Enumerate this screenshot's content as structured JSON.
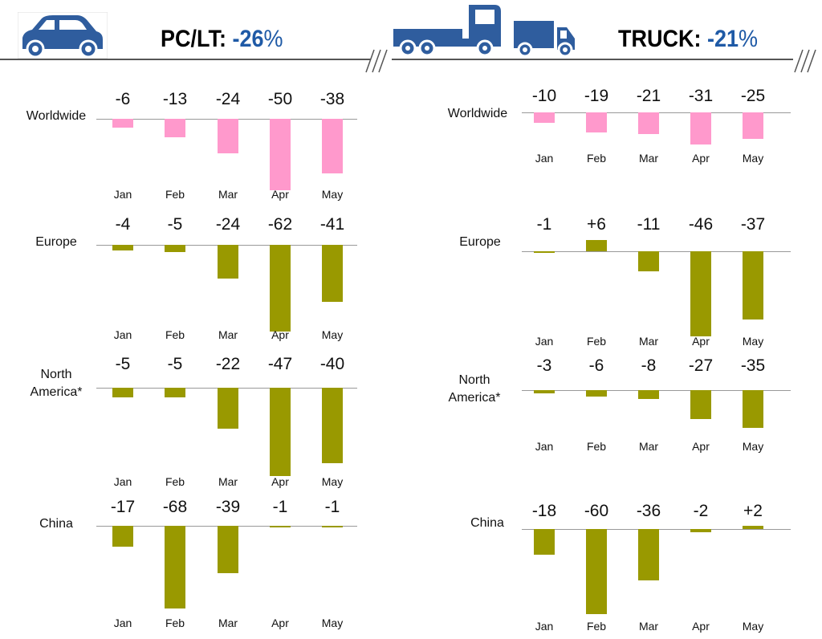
{
  "header": {
    "left_title": "PC/LT: ",
    "left_value": "-26",
    "left_unit": "%",
    "right_title": "TRUCK: ",
    "right_value": "-21",
    "right_unit": "%"
  },
  "icons": [
    "car-icon",
    "flatbed-truck-icon",
    "box-truck-icon"
  ],
  "colors": {
    "worldwide": "#ff99cc",
    "region": "#999900",
    "accent": "#1f5aa6",
    "icon": "#2f5d9e"
  },
  "chart_data": [
    {
      "type": "bar",
      "group": "PC/LT",
      "title": "Worldwide",
      "categories": [
        "Jan",
        "Feb",
        "Mar",
        "Apr",
        "May"
      ],
      "values": [
        -6,
        -13,
        -24,
        -50,
        -38
      ],
      "labels": [
        "-6",
        "-13",
        "-24",
        "-50",
        "-38"
      ]
    },
    {
      "type": "bar",
      "group": "PC/LT",
      "title": "Europe",
      "categories": [
        "Jan",
        "Feb",
        "Mar",
        "Apr",
        "May"
      ],
      "values": [
        -4,
        -5,
        -24,
        -62,
        -41
      ],
      "labels": [
        "-4",
        "-5",
        "-24",
        "-62",
        "-41"
      ]
    },
    {
      "type": "bar",
      "group": "PC/LT",
      "title": "North America*",
      "title_lines": [
        "North",
        "America*"
      ],
      "categories": [
        "Jan",
        "Feb",
        "Mar",
        "Apr",
        "May"
      ],
      "values": [
        -5,
        -5,
        -22,
        -47,
        -40
      ],
      "labels": [
        "-5",
        "-5",
        "-22",
        "-47",
        "-40"
      ]
    },
    {
      "type": "bar",
      "group": "PC/LT",
      "title": "China",
      "categories": [
        "Jan",
        "Feb",
        "Mar",
        "Apr",
        "May"
      ],
      "values": [
        -17,
        -68,
        -39,
        -1,
        -1
      ],
      "labels": [
        "-17",
        "-68",
        "-39",
        "-1",
        "-1"
      ]
    },
    {
      "type": "bar",
      "group": "TRUCK",
      "title": "Worldwide",
      "categories": [
        "Jan",
        "Feb",
        "Mar",
        "Apr",
        "May"
      ],
      "values": [
        -10,
        -19,
        -21,
        -31,
        -25
      ],
      "labels": [
        "-10",
        "-19",
        "-21",
        "-31",
        "-25"
      ]
    },
    {
      "type": "bar",
      "group": "TRUCK",
      "title": "Europe",
      "categories": [
        "Jan",
        "Feb",
        "Mar",
        "Apr",
        "May"
      ],
      "values": [
        -1,
        6,
        -11,
        -46,
        -37
      ],
      "labels": [
        "-1",
        "+6",
        "-11",
        "-46",
        "-37"
      ]
    },
    {
      "type": "bar",
      "group": "TRUCK",
      "title": "North America*",
      "title_lines": [
        "North",
        "America*"
      ],
      "categories": [
        "Jan",
        "Feb",
        "Mar",
        "Apr",
        "May"
      ],
      "values": [
        -3,
        -6,
        -8,
        -27,
        -35
      ],
      "labels": [
        "-3",
        "-6",
        "-8",
        "-27",
        "-35"
      ]
    },
    {
      "type": "bar",
      "group": "TRUCK",
      "title": "China",
      "categories": [
        "Jan",
        "Feb",
        "Mar",
        "Apr",
        "May"
      ],
      "values": [
        -18,
        -60,
        -36,
        -2,
        2
      ],
      "labels": [
        "-18",
        "-60",
        "-36",
        "-2",
        "+2"
      ]
    }
  ]
}
